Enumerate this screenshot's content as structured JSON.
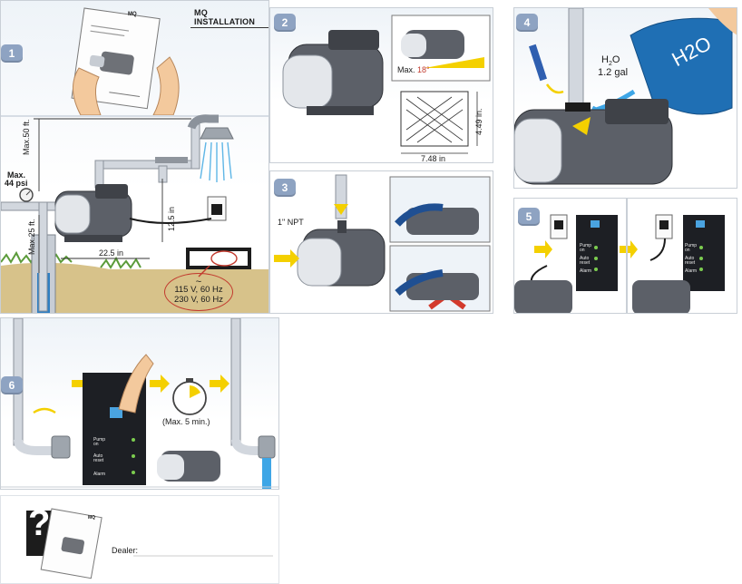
{
  "header": {
    "title": "MQ INSTALLATION"
  },
  "steps": [
    {
      "number": "1"
    },
    {
      "number": "2"
    },
    {
      "number": "3"
    },
    {
      "number": "4"
    },
    {
      "number": "5"
    },
    {
      "number": "6"
    }
  ],
  "panel1": {
    "manual_brand": "MQ",
    "max_pressure_label": "Max.",
    "max_pressure_value": "44 psi",
    "max_height": "Max.50 ft.",
    "max_depth": "Max.25 ft.",
    "width_dim": "22.5 in",
    "height_dim": "12.5 in",
    "voltage_1": "115 V, 60 Hz",
    "voltage_2": "230 V, 60 Hz",
    "voltage_symbol": "~"
  },
  "panel2": {
    "max_angle": "Max.",
    "angle_value": "18°",
    "base_height": "4.49 in.",
    "base_width": "7.48 in"
  },
  "panel3": {
    "pipe_size": "1\" NPT"
  },
  "panel4": {
    "water_formula": "H",
    "water_sub": "2",
    "water_o": "O",
    "water_volume": "1.2 gal",
    "can_label": "H2O"
  },
  "panel5": {
    "pump_on": "Pump on",
    "auto_reset": "Auto reset",
    "alarm": "Alarm"
  },
  "panel6": {
    "timer_label": "(Max. 5 min.)",
    "pump_on": "Pump on",
    "auto_reset": "Auto reset",
    "alarm": "Alarm"
  },
  "help": {
    "question_mark": "?",
    "manual_brand": "MQ",
    "dealer_label": "Dealer:"
  },
  "colors": {
    "badge": "#8ea3c2",
    "arrow_yellow": "#f4d000",
    "water_blue": "#2f7fc2",
    "can_blue": "#1f6fb4",
    "panel_dark": "#1d1f24",
    "warning_red": "#c23a2e"
  }
}
